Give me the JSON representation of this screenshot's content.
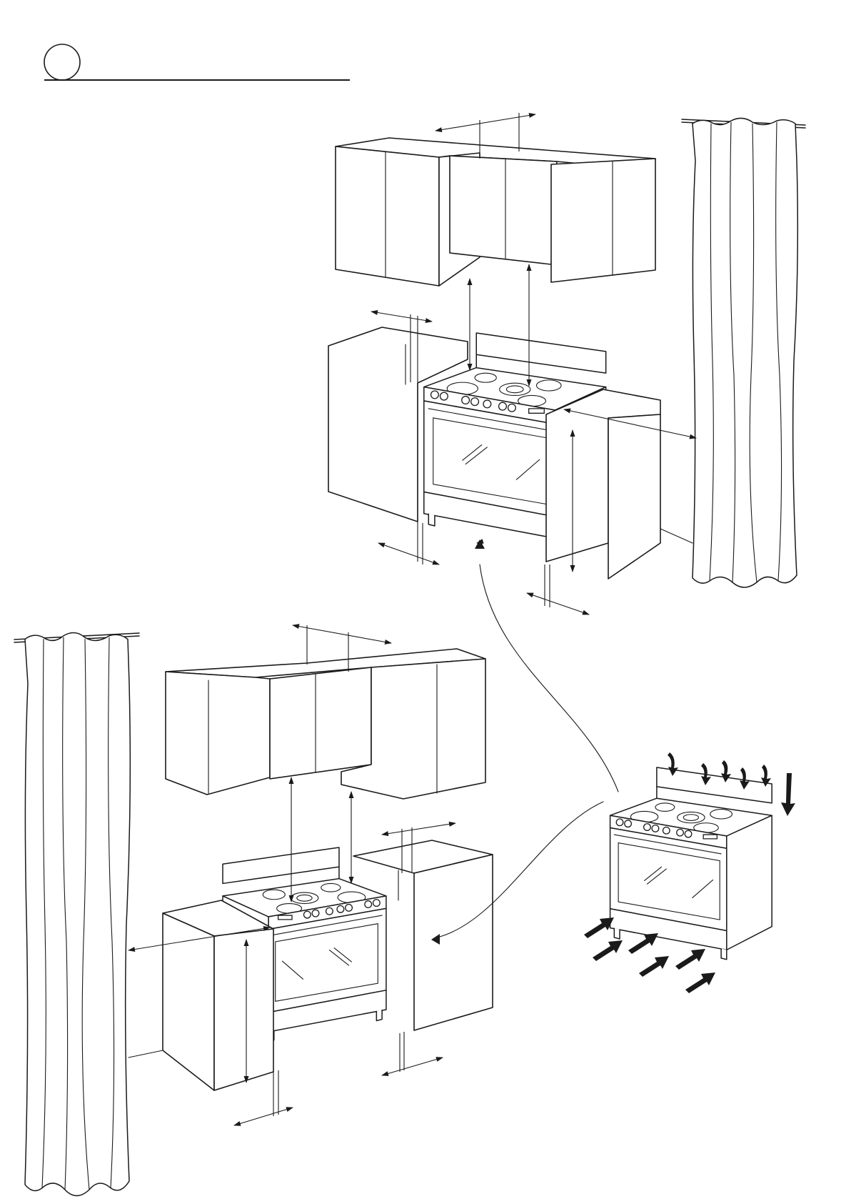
{
  "figure": {
    "step_marker": "",
    "heading": ""
  },
  "scenes": [
    {
      "id": "installation-upper",
      "layout": "cabinets-left-and-right-curtain-right"
    },
    {
      "id": "installation-lower",
      "layout": "cabinets-left-and-right-curtain-left"
    },
    {
      "id": "ventilation-detail",
      "airflow": "intake-front-bottom-exhaust-rear-top"
    }
  ],
  "icons": [
    "dimension-arrow-icon",
    "airflow-arrow-icon",
    "callout-curve"
  ],
  "colors": {
    "ink": "#1a1a1a",
    "paper": "#ffffff"
  }
}
